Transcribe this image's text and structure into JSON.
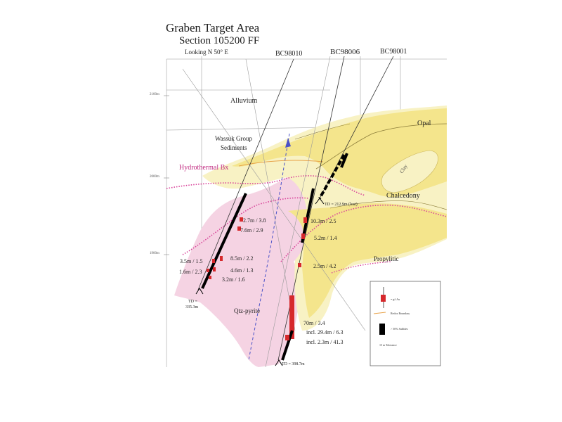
{
  "header": {
    "title": "Graben Target Area",
    "section": "Section 105200 FF",
    "looking": "Looking N 50° E"
  },
  "drillholes": [
    {
      "name": "BC98010"
    },
    {
      "name": "BC98006"
    },
    {
      "name": "BC98001"
    }
  ],
  "elevations": [
    "2100m",
    "2000m",
    "1900m"
  ],
  "units": {
    "alluvium": "Alluvium",
    "wassuk_line1": "Wassuk Group",
    "wassuk_line2": "Sediments",
    "hydrothermal": "Hydrothermal  Bx",
    "opal": "Opal",
    "clay": "Clay",
    "chalcedony": "Chalcedony",
    "propylitic": "Propylitic",
    "qtz_pyrite": "Qtz-pyrite"
  },
  "intercepts": {
    "a": "2.7m / 3.8",
    "b": "7.6m / 2.9",
    "c": "8.5m / 2.2",
    "d": "3.5m / 1.5",
    "e": "4.6m / 1.3",
    "f": "1.6m / 2.3",
    "g": "3.2m / 1.6",
    "h": "10.3m / 2.5",
    "i": "5.2m / 1.4",
    "j": "2.5m / 4.2",
    "k": "70m / 3.4",
    "l": "incl. 29.4m / 6.3",
    "m": "incl.  2.3m / 41.3"
  },
  "td": {
    "bc98010_line1": "TD =",
    "bc98010_line2": "335.3m",
    "bc98006": "TD =  398.7m",
    "bc98001": "TD =  212.9m (lost)"
  },
  "legend": {
    "gold": "= g/t Au",
    "redox": "Redox Boundary",
    "sulfides": "> 50% Sulfides",
    "tolerance": "15 m Tolerance"
  },
  "colors": {
    "yellow": "#f4e58c",
    "pale_yellow": "#f8f2c4",
    "pink": "#f5d3e3",
    "magenta_dots": "#d9449a",
    "red": "#d6282c",
    "orange": "#e8a34a",
    "blue_dash": "#4a52c8"
  }
}
